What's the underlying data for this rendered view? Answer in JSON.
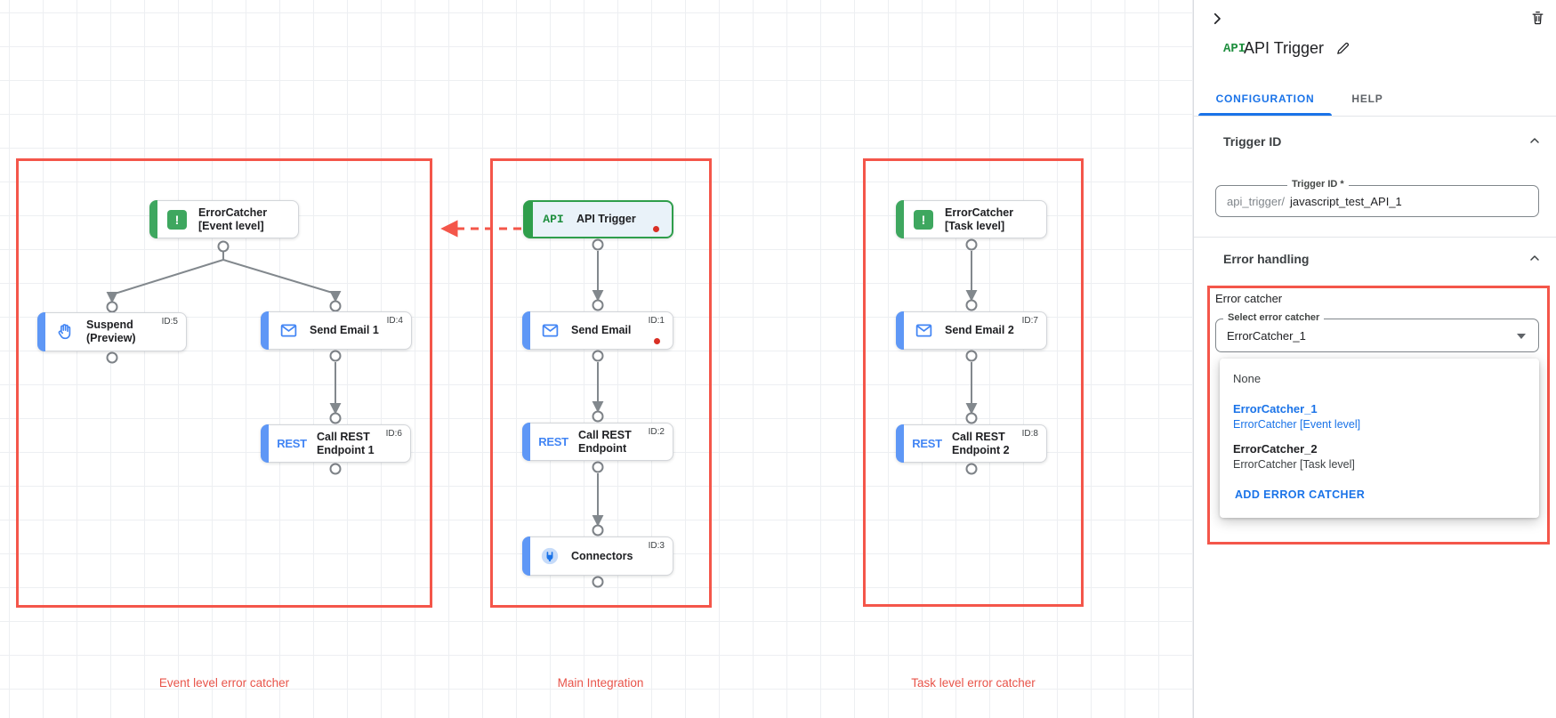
{
  "colors": {
    "group_red": "#f4564a",
    "label_red": "#e8544a",
    "accent_blue": "#1a73e8",
    "node_bar_blue": "#5e97f6",
    "node_bar_green": "#3ea75f",
    "api_green": "#1e8e3e",
    "status_dot_red": "#d93025",
    "edge_gray": "#82888d"
  },
  "canvas": {
    "groups": [
      {
        "label": "Event level error catcher"
      },
      {
        "label": "Main Integration"
      },
      {
        "label": "Task level error catcher"
      }
    ],
    "icon_text": {
      "rest": "REST",
      "api": "API",
      "exclaim": "!"
    },
    "nodes": {
      "ec_event": {
        "line1": "ErrorCatcher",
        "line2": "[Event level]"
      },
      "suspend": {
        "line1": "Suspend",
        "line2": "(Preview)",
        "id": "ID:5"
      },
      "send_email_1": {
        "line1": "Send Email 1",
        "id": "ID:4"
      },
      "rest_1": {
        "line1": "Call REST",
        "line2": "Endpoint 1",
        "id": "ID:6"
      },
      "api_trigger": {
        "line1": "API Trigger"
      },
      "send_email": {
        "line1": "Send Email",
        "id": "ID:1"
      },
      "rest": {
        "line1": "Call REST",
        "line2": "Endpoint",
        "id": "ID:2"
      },
      "connectors": {
        "line1": "Connectors",
        "id": "ID:3"
      },
      "ec_task": {
        "line1": "ErrorCatcher",
        "line2": "[Task level]"
      },
      "send_email_2": {
        "line1": "Send Email 2",
        "id": "ID:7"
      },
      "rest_2": {
        "line1": "Call REST",
        "line2": "Endpoint 2",
        "id": "ID:8"
      }
    }
  },
  "panel": {
    "api_badge": "API",
    "title": "API Trigger",
    "tabs": {
      "configuration": "CONFIGURATION",
      "help": "HELP"
    },
    "trigger_id": {
      "heading": "Trigger ID",
      "field_label": "Trigger ID *",
      "prefix": "api_trigger/",
      "value": "javascript_test_API_1"
    },
    "error_handling": {
      "heading": "Error handling",
      "error_catcher_label": "Error catcher",
      "select_label": "Select error catcher",
      "select_value": "ErrorCatcher_1",
      "options": [
        {
          "name": "None",
          "desc": ""
        },
        {
          "name": "ErrorCatcher_1",
          "desc": "ErrorCatcher [Event level]"
        },
        {
          "name": "ErrorCatcher_2",
          "desc": "ErrorCatcher [Task level]"
        }
      ],
      "add_button": "ADD ERROR CATCHER"
    }
  }
}
